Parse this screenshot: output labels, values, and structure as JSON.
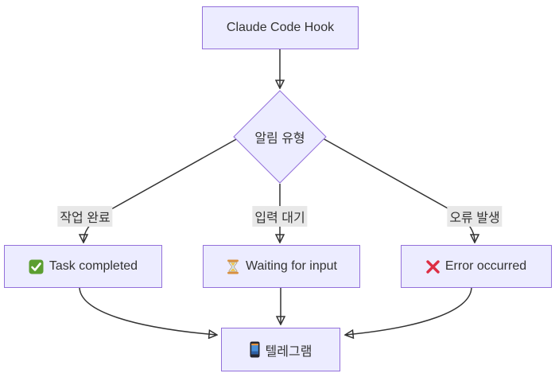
{
  "diagram": {
    "kind": "flowchart",
    "direction": "top-down",
    "colors": {
      "background": "#ffffff",
      "node_fill": "#ECECFF",
      "node_border": "#9370DB",
      "edge": "#333333",
      "edge_label_bg": "#e8e8e8",
      "text": "#333333",
      "check_green": "#5C9E31",
      "cross_red": "#DD2E44",
      "hourglass_frame": "#D9903F",
      "hourglass_sand": "#F5C242",
      "phone_body": "#26262e",
      "phone_screen": "#4a90d9"
    }
  },
  "nodes": {
    "start": {
      "label": "Claude Code Hook",
      "shape": "rect"
    },
    "decision": {
      "label": "알림 유형",
      "shape": "diamond"
    },
    "task_completed": {
      "label": "Task completed",
      "icon": "check-icon",
      "shape": "rect"
    },
    "waiting_input": {
      "label": "Waiting for input",
      "icon": "hourglass-icon",
      "shape": "rect"
    },
    "error_occurred": {
      "label": "Error occurred",
      "icon": "cross-mark-icon",
      "shape": "rect"
    },
    "telegram": {
      "label": "텔레그램",
      "icon": "mobile-phone-icon",
      "shape": "rect"
    }
  },
  "edges": [
    {
      "from": "start",
      "to": "decision",
      "label": ""
    },
    {
      "from": "decision",
      "to": "task_completed",
      "label": "작업 완료"
    },
    {
      "from": "decision",
      "to": "waiting_input",
      "label": "입력 대기"
    },
    {
      "from": "decision",
      "to": "error_occurred",
      "label": "오류 발생"
    },
    {
      "from": "task_completed",
      "to": "telegram",
      "label": ""
    },
    {
      "from": "waiting_input",
      "to": "telegram",
      "label": ""
    },
    {
      "from": "error_occurred",
      "to": "telegram",
      "label": ""
    }
  ]
}
